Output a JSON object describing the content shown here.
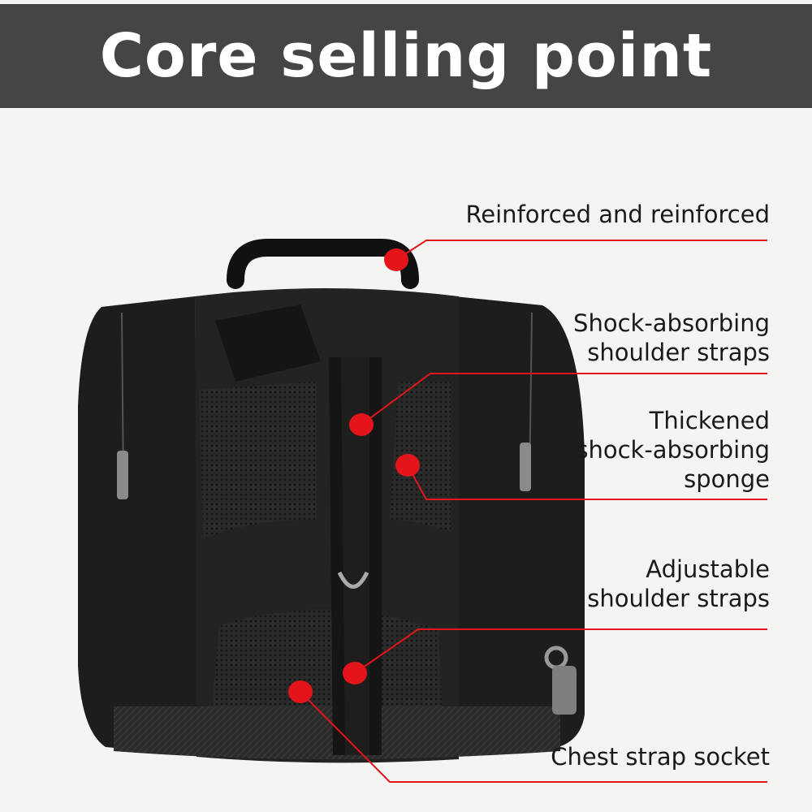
{
  "header": {
    "title": "Core selling point"
  },
  "colors": {
    "header_bg": "#454545",
    "accent_red": "#e3151a",
    "backpack": "#1c1c1c"
  },
  "callouts": [
    {
      "lines": [
        "Reinforced and reinforced"
      ]
    },
    {
      "lines": [
        "Shock-absorbing",
        "shoulder straps"
      ]
    },
    {
      "lines": [
        "Thickened",
        "shock-absorbing",
        "sponge"
      ]
    },
    {
      "lines": [
        "Adjustable",
        "shoulder straps"
      ]
    },
    {
      "lines": [
        "Chest strap socket"
      ]
    }
  ]
}
